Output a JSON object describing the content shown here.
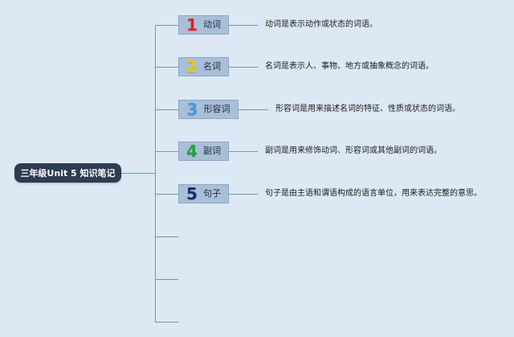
{
  "root": {
    "label": "三年级Unit 5 知识笔记"
  },
  "branches": [
    {
      "number": "1",
      "label": "动词",
      "number_color": "#e31e2b",
      "description": "动词是表示动作或状态的词语。"
    },
    {
      "number": "2",
      "label": "名词",
      "number_color": "#f4c20d",
      "description": "名词是表示人、事物、地方或抽象概念的词语。"
    },
    {
      "number": "3",
      "label": "形容词",
      "number_color": "#3d9be0",
      "description": "形容词是用来描述名词的特征、性质或状态的词语。"
    },
    {
      "number": "4",
      "label": "副词",
      "number_color": "#23a33f",
      "description": "副词是用来修饰动词、形容词或其他副词的词语。"
    },
    {
      "number": "5",
      "label": "句子",
      "number_color": "#1d2a6b",
      "description": "句子是由主语和谓语构成的语言单位，用来表达完整的意思。"
    }
  ],
  "colors": {
    "background": "#dde8f5",
    "root_fill": "#2e3b50",
    "node_fill": "#a9bfd8",
    "line": "#6f9c9a"
  }
}
